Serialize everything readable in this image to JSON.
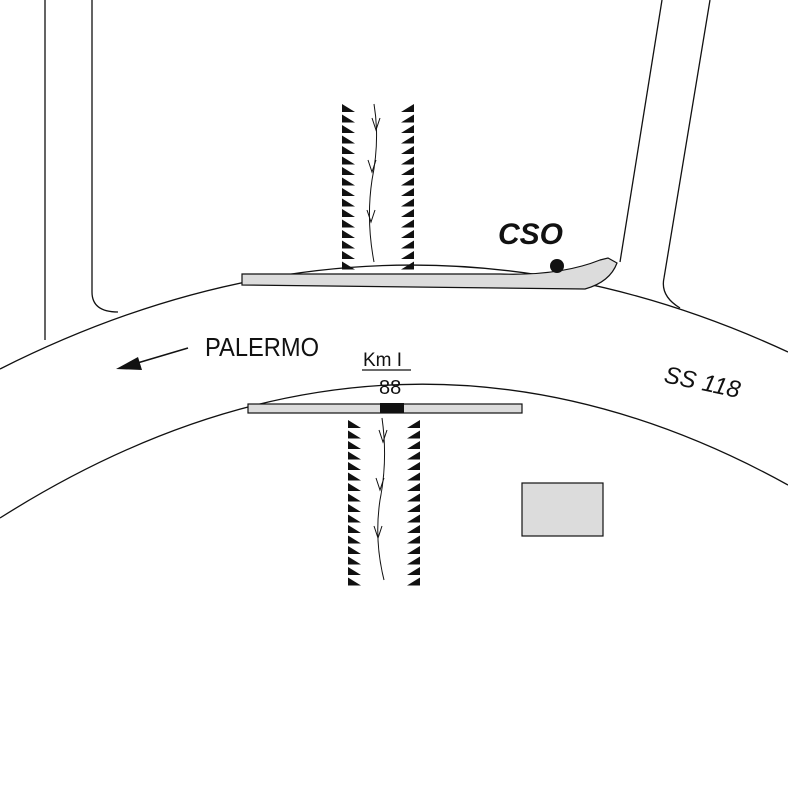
{
  "labels": {
    "station": "CSO",
    "direction": "PALERMO",
    "km_label": "Km I",
    "km_value": "88",
    "road_name": "SS 118"
  },
  "colors": {
    "line": "#111111",
    "bridge_fill": "#dcdcdc",
    "building_fill": "#dcdcdc",
    "marker": "#111111",
    "background": "#ffffff"
  },
  "icons": {
    "station_marker": "filled-circle",
    "direction_arrow": "arrow-left-down",
    "embankment": "triangle-hatch"
  }
}
